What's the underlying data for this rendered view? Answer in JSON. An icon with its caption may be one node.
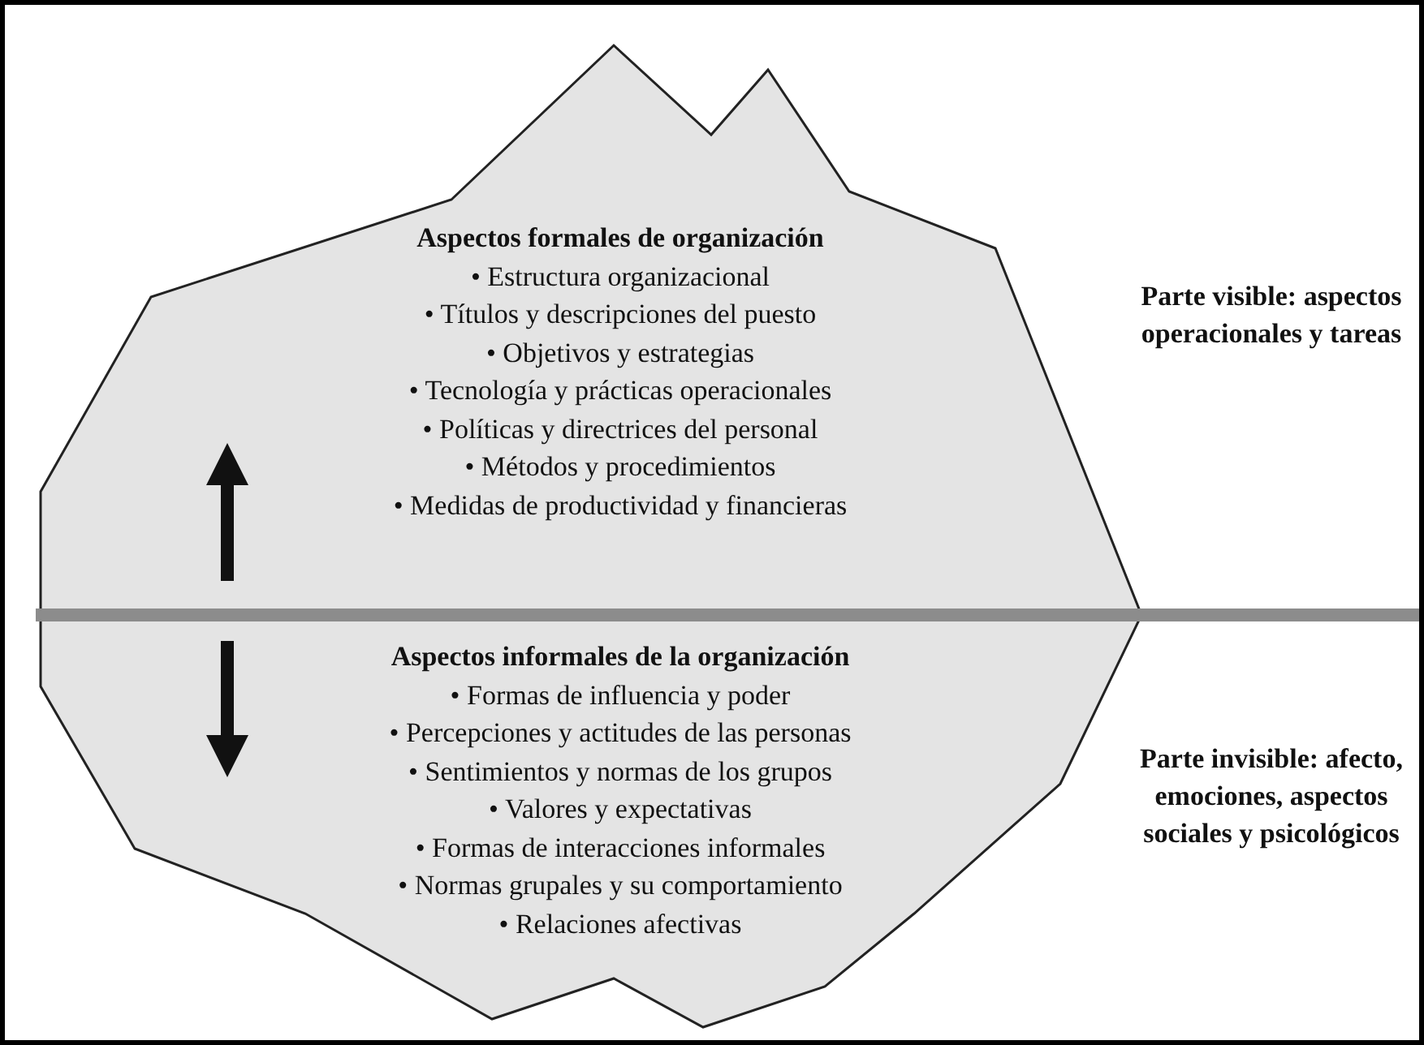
{
  "diagram": {
    "nodes": [
      {
        "text": [
          "Aspectos formales de organización",
          "• Estructura organizacional",
          "• Títulos y descripciones del puesto",
          "• Objetivos y estrategias",
          "• Tecnología y prácticas operacionales",
          "• Políticas y directrices del personal",
          "• Métodos y procedimientos",
          "• Medidas de productividad y financieras"
        ]
      },
      {
        "text": [
          "Aspectos informales de la organización",
          "• Formas de influencia y poder",
          "• Percepciones y actitudes de las personas",
          "• Sentimientos y normas de los grupos",
          "• Valores y expectativas",
          "• Formas de interacciones informales",
          "• Normas grupales y su comportamiento",
          "• Relaciones afectivas"
        ]
      }
    ],
    "labels": [
      "Parte visible: aspectos operacionales y tareas",
      "Parte invisible: afecto, emociones, aspectos sociales y psicológicos"
    ]
  }
}
